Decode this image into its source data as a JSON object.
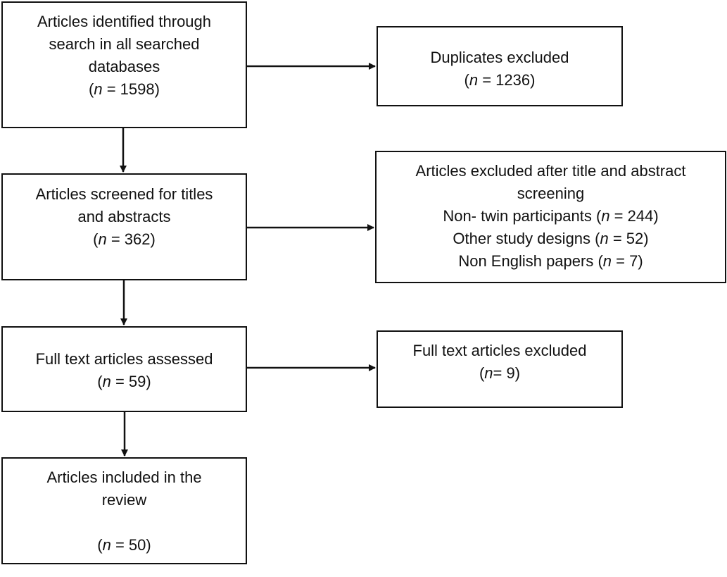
{
  "boxes": {
    "identified": {
      "lines": [
        "Articles identified through",
        "search in all searched",
        "databases"
      ],
      "n_prefix": "(",
      "n_var": "n",
      "n_rest": " = 1598)"
    },
    "duplicates": {
      "lines": [
        "Duplicates excluded"
      ],
      "n_prefix": "(",
      "n_var": "n",
      "n_rest": " = 1236)"
    },
    "screened": {
      "lines": [
        "Articles screened for titles",
        "and abstracts"
      ],
      "n_prefix": "(",
      "n_var": "n",
      "n_rest": " = 362)"
    },
    "excluded_title_abstract": {
      "lines": [
        "Articles excluded after title and abstract",
        "screening"
      ],
      "items": [
        {
          "text": "Non- twin participants (",
          "n_var": "n",
          "rest": " = 244)"
        },
        {
          "text": "Other study designs (",
          "n_var": "n",
          "rest": " = 52)"
        },
        {
          "text": "Non English papers (",
          "n_var": "n",
          "rest": " = 7)"
        }
      ]
    },
    "fulltext_assessed": {
      "lines": [
        "Full text articles assessed"
      ],
      "n_prefix": "(",
      "n_var": "n",
      "n_rest": " = 59)"
    },
    "fulltext_excluded": {
      "lines": [
        "Full text articles excluded"
      ],
      "n_prefix": "(",
      "n_var": "n",
      "n_rest": "= 9)"
    },
    "included": {
      "lines": [
        "Articles included in the",
        "review"
      ],
      "n_prefix": "(",
      "n_var": "n",
      "n_rest": " = 50)"
    }
  },
  "colors": {
    "stroke": "#111111",
    "background": "#ffffff"
  }
}
